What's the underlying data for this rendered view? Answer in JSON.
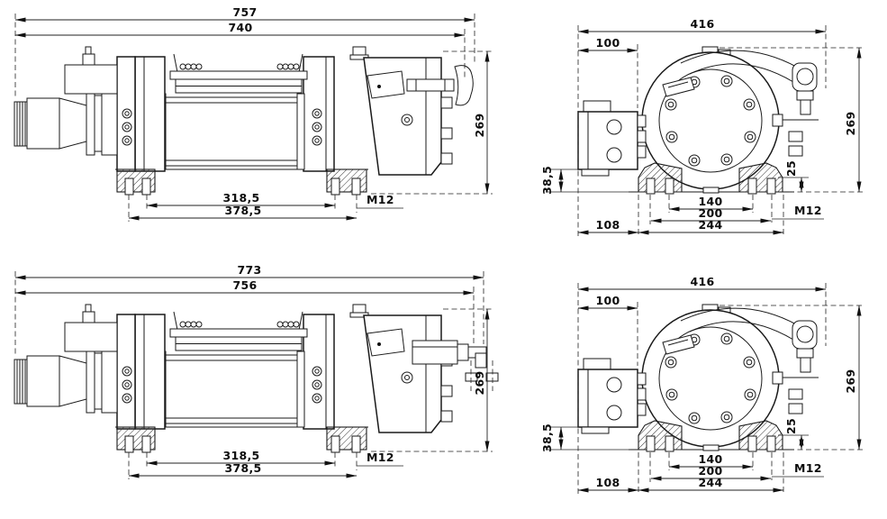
{
  "page": {
    "background": "#ffffff",
    "line_color": "#1a1a1a"
  },
  "views": {
    "side_top": {
      "dims": {
        "overall_length": "757",
        "body_length": "740",
        "height": "269",
        "bolt_spacing_inner": "318,5",
        "bolt_spacing_outer": "378,5",
        "bolt_thread": "M12"
      }
    },
    "front_top": {
      "dims": {
        "overall_width": "416",
        "motor_width": "100",
        "height": "269",
        "base_height": "38,5",
        "foot_height": "25",
        "bolt_spacing_inner": "140",
        "bolt_spacing_mid": "200",
        "bolt_spacing_outer": "244",
        "motor_offset": "108",
        "bolt_thread": "M12"
      }
    },
    "side_bottom": {
      "dims": {
        "overall_length": "773",
        "body_length": "756",
        "height": "269",
        "bolt_spacing_inner": "318,5",
        "bolt_spacing_outer": "378,5",
        "bolt_thread": "M12"
      }
    },
    "front_bottom": {
      "dims": {
        "overall_width": "416",
        "motor_width": "100",
        "height": "269",
        "base_height": "38,5",
        "foot_height": "25",
        "bolt_spacing_inner": "140",
        "bolt_spacing_mid": "200",
        "bolt_spacing_outer": "244",
        "motor_offset": "108",
        "bolt_thread": "M12"
      }
    }
  }
}
